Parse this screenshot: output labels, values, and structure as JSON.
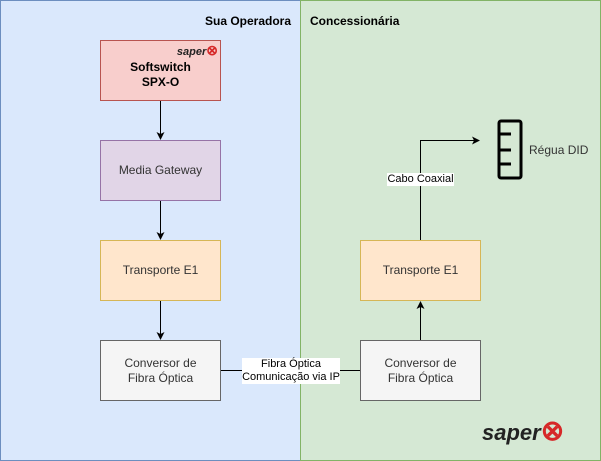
{
  "zones": {
    "left_title": "Sua Operadora",
    "right_title": "Concessionária"
  },
  "nodes": {
    "softswitch": {
      "line1": "Softswitch",
      "line2": "SPX-O"
    },
    "media_gateway": "Media Gateway",
    "transporte_left": "Transporte E1",
    "conversor_left": {
      "line1": "Conversor de",
      "line2": "Fibra Óptica"
    },
    "transporte_right": "Transporte E1",
    "conversor_right": {
      "line1": "Conversor de",
      "line2": "Fibra Óptica"
    },
    "regua_did": "Régua DID"
  },
  "edges": {
    "fibra_label": {
      "line1": "Fibra Óptica",
      "line2": "Comunicação via IP"
    },
    "cabo_label": "Cabo Coaxial"
  },
  "logo": {
    "text": "saper",
    "colors": {
      "text": "#222222",
      "mark": "#d62828"
    }
  }
}
